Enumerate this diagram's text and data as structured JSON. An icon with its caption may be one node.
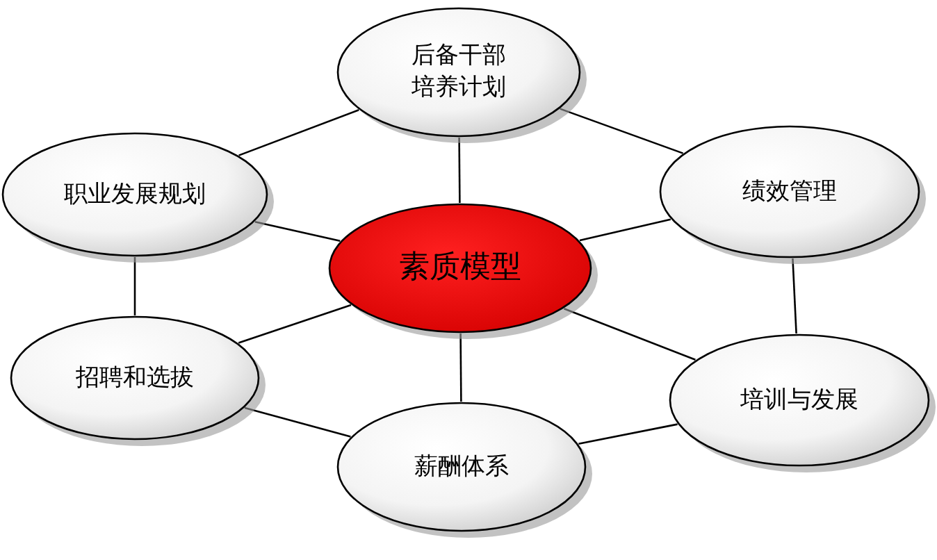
{
  "diagram": {
    "nodes": [
      {
        "text": [
          "素质模型"
        ]
      },
      {
        "text": [
          "后备干部培养计划"
        ]
      },
      {
        "text": [
          "职业发展规划"
        ]
      },
      {
        "text": [
          "绩效管理"
        ]
      },
      {
        "text": [
          "招聘和选拔"
        ]
      },
      {
        "text": [
          "培训与发展"
        ]
      },
      {
        "text": [
          "薪酬体系"
        ]
      }
    ],
    "edges": [
      {
        "from": 0,
        "to": 1,
        "arrow": "none"
      },
      {
        "from": 0,
        "to": 2,
        "arrow": "none"
      },
      {
        "from": 0,
        "to": 3,
        "arrow": "none"
      },
      {
        "from": 0,
        "to": 4,
        "arrow": "none"
      },
      {
        "from": 0,
        "to": 5,
        "arrow": "none"
      },
      {
        "from": 0,
        "to": 6,
        "arrow": "none"
      },
      {
        "from": 1,
        "to": 2,
        "arrow": "none"
      },
      {
        "from": 1,
        "to": 3,
        "arrow": "none"
      },
      {
        "from": 3,
        "to": 5,
        "arrow": "none"
      },
      {
        "from": 5,
        "to": 6,
        "arrow": "none"
      },
      {
        "from": 6,
        "to": 4,
        "arrow": "none"
      },
      {
        "from": 4,
        "to": 2,
        "arrow": "none"
      }
    ]
  }
}
